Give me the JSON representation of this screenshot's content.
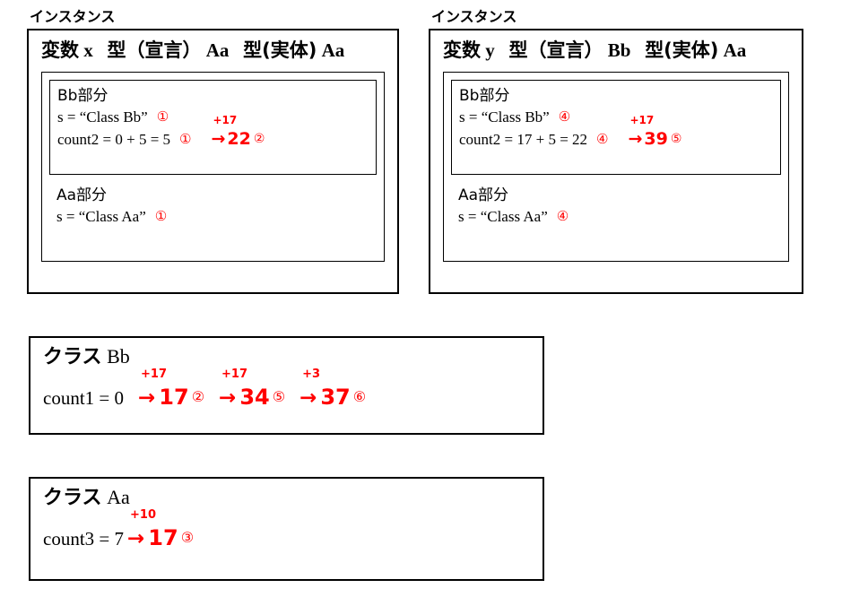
{
  "page": {
    "background": "#ffffff",
    "accent_red": "#ff0000",
    "text_black": "#000000"
  },
  "instances": [
    {
      "caption": "インスタンス",
      "header": {
        "var_label": "変数",
        "var_name": "x",
        "decl_label": "型（宣言）",
        "decl_type": "Aa",
        "actual_label": "型(実体)",
        "actual_type": "Aa",
        "full": "変数 x  型（宣言) Aa  型(実体) Aa"
      },
      "parts": [
        {
          "title": "Bb部分",
          "bordered": true,
          "fields": [
            {
              "text": "s = “Class Bb”",
              "marker": "①",
              "transition": null
            },
            {
              "text": "count2 = 0 + 5 = 5",
              "marker": "①",
              "transition": {
                "delta": "+17",
                "arrow": "→",
                "value": "22",
                "marker": "②"
              }
            }
          ]
        },
        {
          "title": "Aa部分",
          "bordered": false,
          "fields": [
            {
              "text": "s = “Class Aa”",
              "marker": "①",
              "transition": null
            }
          ]
        }
      ]
    },
    {
      "caption": "インスタンス",
      "header": {
        "var_label": "変数",
        "var_name": "y",
        "decl_label": "型（宣言）",
        "decl_type": "Bb",
        "actual_label": "型(実体)",
        "actual_type": "Aa",
        "full": "変数 y  型（宣言) Bb  型(実体) Aa"
      },
      "parts": [
        {
          "title": "Bb部分",
          "bordered": true,
          "fields": [
            {
              "text": "s = “Class Bb”",
              "marker": "④",
              "transition": null
            },
            {
              "text": "count2 = 17 + 5 = 22",
              "marker": "④",
              "transition": {
                "delta": "+17",
                "arrow": "→",
                "value": "39",
                "marker": "⑤"
              }
            }
          ]
        },
        {
          "title": "Aa部分",
          "bordered": false,
          "fields": [
            {
              "text": "s = “Class Aa”",
              "marker": "④",
              "transition": null
            }
          ]
        }
      ]
    }
  ],
  "classes": [
    {
      "title_jp": "クラス",
      "title_name": "Bb",
      "line": {
        "expr": "count1 = 0",
        "transitions": [
          {
            "delta": "+17",
            "arrow": "→",
            "value": "17",
            "marker": "②"
          },
          {
            "delta": "+17",
            "arrow": "→",
            "value": "34",
            "marker": "⑤"
          },
          {
            "delta": "+3",
            "arrow": "→",
            "value": "37",
            "marker": "⑥"
          }
        ]
      }
    },
    {
      "title_jp": "クラス",
      "title_name": "Aa",
      "line": {
        "expr": "count3 = 7",
        "transitions": [
          {
            "delta": "+10",
            "arrow": "→",
            "value": "17",
            "marker": "③"
          }
        ]
      }
    }
  ]
}
